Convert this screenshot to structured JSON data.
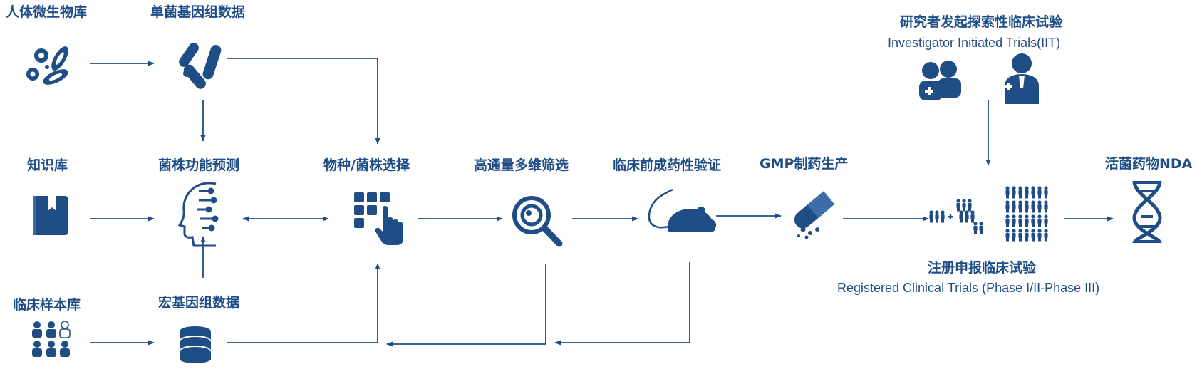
{
  "colors": {
    "primary": "#1f4e87"
  },
  "nodes": {
    "microbiome_library": {
      "label": "人体微生物库",
      "icon": "microbes-icon"
    },
    "single_genome_data": {
      "label": "单菌基因组数据",
      "icon": "bacteria-icon"
    },
    "knowledge_base": {
      "label": "知识库",
      "icon": "book-icon"
    },
    "strain_prediction": {
      "label": "菌株功能预测",
      "icon": "ai-head-icon"
    },
    "strain_selection": {
      "label": "物种/菌株选择",
      "icon": "keypad-touch-icon"
    },
    "ht_screening": {
      "label": "高通量多维筛选",
      "icon": "magnifier-icon"
    },
    "preclinical": {
      "label": "临床前成药性验证",
      "icon": "mouse-icon"
    },
    "gmp": {
      "label": "GMP制药生产",
      "icon": "capsule-icon"
    },
    "nda": {
      "label": "活菌药物NDA",
      "icon": "dna-icon"
    },
    "clinical_sample_library": {
      "label": "临床样本库",
      "icon": "people-group-icon"
    },
    "metagenome_data": {
      "label": "宏基因组数据",
      "icon": "database-icon"
    },
    "iit": {
      "label": "研究者发起探索性临床试验",
      "sublabel": "Investigator Initiated Trials(IIT)",
      "icon": "doctors-icon"
    },
    "registered_trials": {
      "label": "注册申报临床试验",
      "sublabel": "Registered Clinical Trials (Phase I/II-Phase III)",
      "icon": "population-icon"
    }
  }
}
